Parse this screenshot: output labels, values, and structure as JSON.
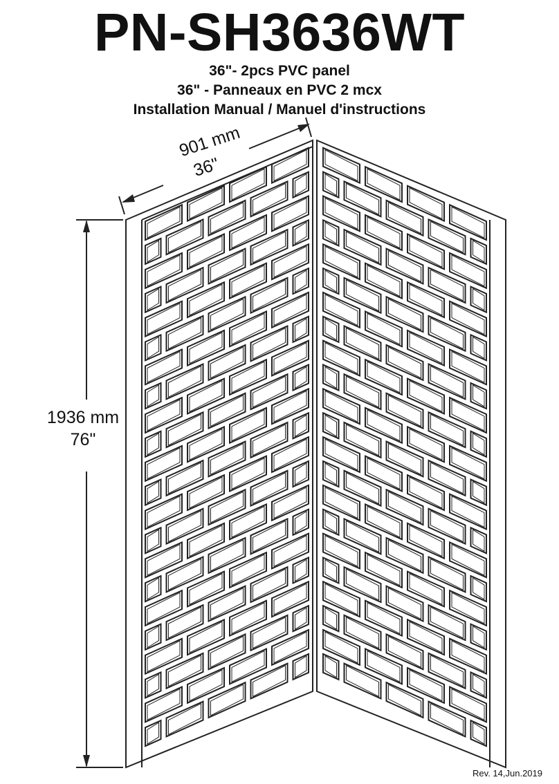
{
  "document": {
    "title": "PN-SH3636WT",
    "subtitle_lines": [
      "36\"- 2pcs PVC panel",
      "36\" - Panneaux en PVC 2 mcx",
      "Installation Manual / Manuel d'instructions"
    ],
    "dimensions": {
      "width_mm": "901 mm",
      "width_in": "36\"",
      "height_mm": "1936 mm",
      "height_in": "76\""
    },
    "revision": "Rev. 14,Jun.2019"
  },
  "figure": {
    "description_id": "corner-subway-tile-panels",
    "line_color": "#222222"
  }
}
